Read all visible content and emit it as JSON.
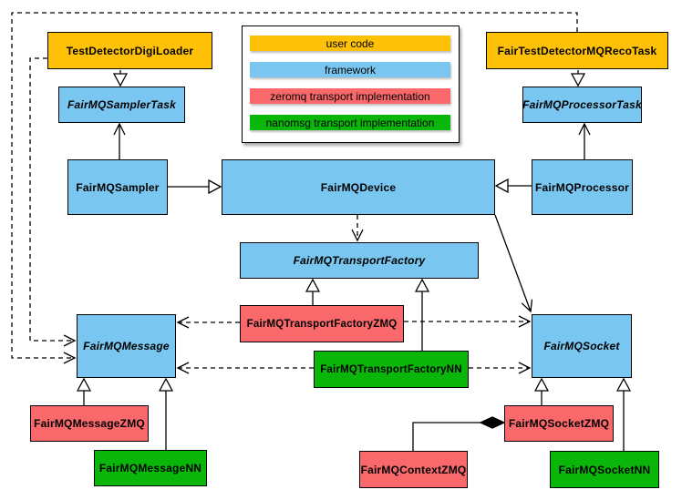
{
  "diagram": {
    "kind": "class-diagram"
  },
  "colors": {
    "user_code": "#FFC107",
    "framework": "#79C7F0",
    "zeromq": "#F9696B",
    "nanomsg": "#0BB60B",
    "line": "#000000",
    "background": "#FFFFFF"
  },
  "legend": {
    "items": [
      {
        "label": "user code",
        "color_key": "user_code"
      },
      {
        "label": "framework",
        "color_key": "framework"
      },
      {
        "label": "zeromq transport implementation",
        "color_key": "zeromq"
      },
      {
        "label": "nanomsg transport implementation",
        "color_key": "nanomsg"
      }
    ]
  },
  "nodes": {
    "digiloader": {
      "label": "TestDetectorDigiLoader",
      "category": "user_code",
      "abstract": false
    },
    "recotask": {
      "label": "FairTestDetectorMQRecoTask",
      "category": "user_code",
      "abstract": false
    },
    "samplertask": {
      "label": "FairMQSamplerTask",
      "category": "framework",
      "abstract": true
    },
    "processortask": {
      "label": "FairMQProcessorTask",
      "category": "framework",
      "abstract": true
    },
    "sampler": {
      "label": "FairMQSampler",
      "category": "framework",
      "abstract": false
    },
    "device": {
      "label": "FairMQDevice",
      "category": "framework",
      "abstract": false
    },
    "processor": {
      "label": "FairMQProcessor",
      "category": "framework",
      "abstract": false
    },
    "transportfactory": {
      "label": "FairMQTransportFactory",
      "category": "framework",
      "abstract": true
    },
    "tfzmq": {
      "label": "FairMQTransportFactoryZMQ",
      "category": "zeromq",
      "abstract": false
    },
    "tfnn": {
      "label": "FairMQTransportFactoryNN",
      "category": "nanomsg",
      "abstract": false
    },
    "message": {
      "label": "FairMQMessage",
      "category": "framework",
      "abstract": true
    },
    "socket": {
      "label": "FairMQSocket",
      "category": "framework",
      "abstract": true
    },
    "messagezmq": {
      "label": "FairMQMessageZMQ",
      "category": "zeromq",
      "abstract": false
    },
    "messagenn": {
      "label": "FairMQMessageNN",
      "category": "nanomsg",
      "abstract": false
    },
    "socketzmq": {
      "label": "FairMQSocketZMQ",
      "category": "zeromq",
      "abstract": false
    },
    "socketnn": {
      "label": "FairMQSocketNN",
      "category": "nanomsg",
      "abstract": false
    },
    "contextzmq": {
      "label": "FairMQContextZMQ",
      "category": "zeromq",
      "abstract": false
    }
  },
  "edges": [
    {
      "from": "TestDetectorDigiLoader",
      "to": "FairMQSamplerTask",
      "type": "inheritance-triangle"
    },
    {
      "from": "FairTestDetectorMQRecoTask",
      "to": "FairMQProcessorTask",
      "type": "inheritance-triangle"
    },
    {
      "from": "FairMQSampler",
      "to": "FairMQDevice",
      "type": "inheritance-triangle"
    },
    {
      "from": "FairMQProcessor",
      "to": "FairMQDevice",
      "type": "inheritance-triangle"
    },
    {
      "from": "FairMQTransportFactoryZMQ",
      "to": "FairMQTransportFactory",
      "type": "inheritance-triangle"
    },
    {
      "from": "FairMQTransportFactoryNN",
      "to": "FairMQTransportFactory",
      "type": "inheritance-triangle"
    },
    {
      "from": "FairMQMessageZMQ",
      "to": "FairMQMessage",
      "type": "inheritance-triangle"
    },
    {
      "from": "FairMQMessageNN",
      "to": "FairMQMessage",
      "type": "inheritance-triangle"
    },
    {
      "from": "FairMQSocketZMQ",
      "to": "FairMQSocket",
      "type": "inheritance-triangle"
    },
    {
      "from": "FairMQSocketNN",
      "to": "FairMQSocket",
      "type": "inheritance-triangle"
    },
    {
      "from": "FairMQSampler",
      "to": "FairMQSamplerTask",
      "type": "arrow"
    },
    {
      "from": "FairMQProcessor",
      "to": "FairMQProcessorTask",
      "type": "arrow"
    },
    {
      "from": "FairMQDevice",
      "to": "FairMQSocket",
      "type": "arrow"
    },
    {
      "from": "FairMQDevice",
      "to": "FairMQTransportFactory",
      "type": "dashed-arrow"
    },
    {
      "from": "FairMQTransportFactoryZMQ",
      "to": "FairMQMessage",
      "type": "dashed-arrow"
    },
    {
      "from": "FairMQTransportFactoryNN",
      "to": "FairMQMessage",
      "type": "dashed-arrow"
    },
    {
      "from": "FairMQTransportFactoryZMQ",
      "to": "FairMQSocket",
      "type": "dashed-arrow"
    },
    {
      "from": "FairMQTransportFactoryNN",
      "to": "FairMQSocket",
      "type": "dashed-arrow"
    },
    {
      "from": "TestDetectorDigiLoader",
      "to": "FairMQMessage",
      "type": "dashed-arrow"
    },
    {
      "from": "FairTestDetectorMQRecoTask",
      "to": "FairMQMessage",
      "type": "dashed-arrow"
    },
    {
      "from": "FairMQContextZMQ",
      "to": "FairMQSocketZMQ",
      "type": "composition-diamond"
    }
  ]
}
